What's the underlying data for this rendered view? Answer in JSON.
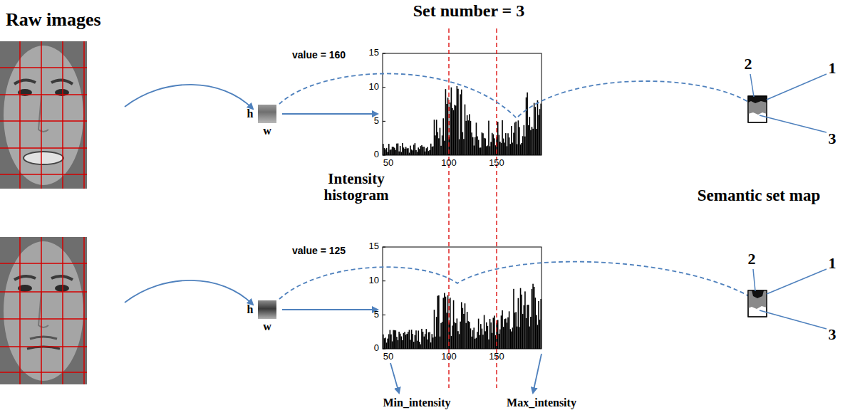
{
  "diagram": {
    "title": "Set number = 3",
    "labels": [
      "Raw images",
      "value = 160",
      "h",
      "w",
      "Intensity histogram",
      "value = 125",
      "h",
      "w",
      "15",
      "10",
      "5",
      "0",
      "50",
      "100",
      "150",
      "15",
      "10",
      "5",
      "0",
      "50",
      "100",
      "150",
      "Min_intensity",
      "Max_intensity",
      "Semantic set map",
      "2",
      "1",
      "3",
      "2",
      "1",
      "3"
    ]
  }
}
